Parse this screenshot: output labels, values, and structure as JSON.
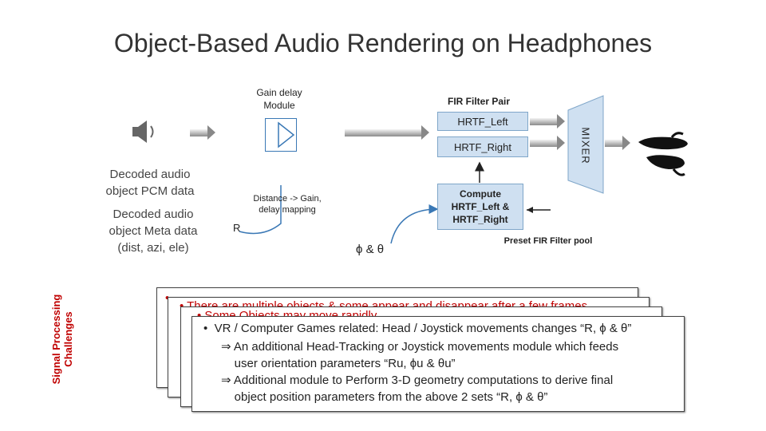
{
  "title": "Object-Based Audio Rendering on Headphones",
  "labels": {
    "gain_delay": "Gain delay Module",
    "fir_pair": "FIR Filter Pair",
    "hrtf_left": "HRTF_Left",
    "hrtf_right": "HRTF_Right",
    "mixer": "MIXER",
    "pcm": "Decoded audio object PCM data",
    "meta": "Decoded audio object Meta data (dist, azi, ele)",
    "distance_map": "Distance -> Gain, delay mapping",
    "r": "R",
    "phi_theta": "ϕ & θ",
    "compute": "Compute HRTF_Left & HRTF_Right",
    "preset": "Preset FIR Filter pool",
    "challenges": "Signal Processing Challenges"
  },
  "bullets": {
    "back1": "• ",
    "back2": "• There are multiple objects & some appear and disappear after a few frames",
    "back3": "• Some Objects may move rapidly",
    "front_main": "VR / Computer Games related: Head / Joystick movements changes “R, ϕ & θ”",
    "front_sub1a": "An additional Head-Tracking or Joystick movements module which feeds",
    "front_sub1b": "user orientation parameters “Ru, ϕu & θu”",
    "front_sub2a": "Additional module to Perform 3-D geometry computations to derive final",
    "front_sub2b": "object position parameters  from the above 2 sets “R, ϕ & θ”"
  }
}
